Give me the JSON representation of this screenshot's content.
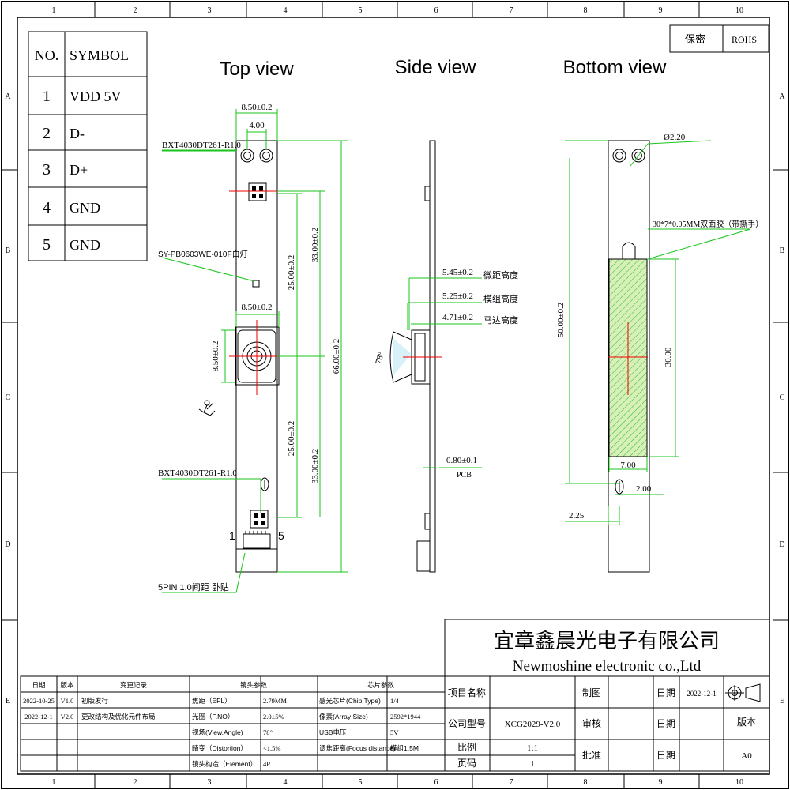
{
  "frame": {
    "cols": [
      "1",
      "2",
      "3",
      "4",
      "5",
      "6",
      "7",
      "8",
      "9",
      "10"
    ],
    "rows": [
      "A",
      "B",
      "C",
      "D",
      "E"
    ]
  },
  "stamp": {
    "secret": "保密",
    "rohs": "ROHS"
  },
  "pin_table": {
    "header_no": "NO.",
    "header_symbol": "SYMBOL",
    "rows": [
      {
        "no": "1",
        "symbol": "VDD 5V"
      },
      {
        "no": "2",
        "symbol": "D-"
      },
      {
        "no": "3",
        "symbol": "D+"
      },
      {
        "no": "4",
        "symbol": "GND"
      },
      {
        "no": "5",
        "symbol": "GND"
      }
    ]
  },
  "views": {
    "top": "Top view",
    "side": "Side view",
    "bottom": "Bottom view"
  },
  "top_view": {
    "d_width": "8.50±0.2",
    "d_hole_pitch": "4.00",
    "conn_top": "BXT4030DT261-R1.0",
    "led": "SY-PB0603WE-010F白灯",
    "d_upper": "25.00±0.2",
    "d_upper_total": "33.00±0.2",
    "d_total": "66.00±0.2",
    "d_cam_w": "8.50±0.2",
    "d_cam_h": "8.50±0.2",
    "d_lower": "25.00±0.2",
    "d_lower_total": "33.00±0.2",
    "conn_bottom": "BXT4030DT261-R1.0",
    "pin1": "1",
    "pin5": "5",
    "fpc": "5PIN 1.0间距 卧贴"
  },
  "side_view": {
    "h1": "5.45±0.2",
    "h1_label": "微距高度",
    "h2": "5.25±0.2",
    "h2_label": "模组高度",
    "h3": "4.71±0.2",
    "h3_label": "马达高度",
    "fov": "78°",
    "pcb": "0.80±0.1",
    "pcb_label": "PCB"
  },
  "bottom_view": {
    "hole_d": "Ø2.20",
    "tape": "30*7*0.05MM双面胶（带撕手）",
    "d_len": "50.00±0.2",
    "d_tape_h": "30.00",
    "d_tape_w": "7.00",
    "d_slot": "2.00",
    "d_offset": "2.25"
  },
  "company": {
    "cn": "宜章鑫晨光电子有限公司",
    "en": "Newmoshine  electronic co.,Ltd"
  },
  "revision": {
    "headers": [
      "日期",
      "版本",
      "变更记录"
    ],
    "rows": [
      {
        "date": "2022-10-25",
        "ver": "V1.0",
        "note": "初版发行"
      },
      {
        "date": "2022-12-1",
        "ver": "V2.0",
        "note": "更改结构及优化元件布局"
      }
    ]
  },
  "lens": {
    "title": "镜头参数",
    "rows": [
      {
        "k": "焦距（EFL）",
        "v": "2.79MM"
      },
      {
        "k": "光圈（F.NO）",
        "v": "2.0±5%"
      },
      {
        "k": "视场(View.Angle)",
        "v": "78°"
      },
      {
        "k": "畸变（Distortion）",
        "v": "<1.5%"
      },
      {
        "k": "镜头构造（Element）",
        "v": "4P"
      }
    ]
  },
  "chip": {
    "title": "芯片参数",
    "rows": [
      {
        "k": "感光芯片(Chip Type)",
        "v": "1/4"
      },
      {
        "k": "像素(Array Size)",
        "v": "2592*1944"
      },
      {
        "k": "USB电压",
        "v": "5V"
      },
      {
        "k": "调焦距离(Focus distance)",
        "v": "模组1.5M"
      }
    ]
  },
  "title_block": {
    "project_label": "项目名称",
    "project": "",
    "model_label": "公司型号",
    "model": "XCG2029-V2.0",
    "scale_label": "比例",
    "scale": "1:1",
    "page_label": "页码",
    "page": "1",
    "draw_label": "制图",
    "check_label": "审核",
    "approve_label": "批准",
    "date_label": "日期",
    "date1": "2022-12-1",
    "version_label": "版本",
    "version": "A0"
  }
}
